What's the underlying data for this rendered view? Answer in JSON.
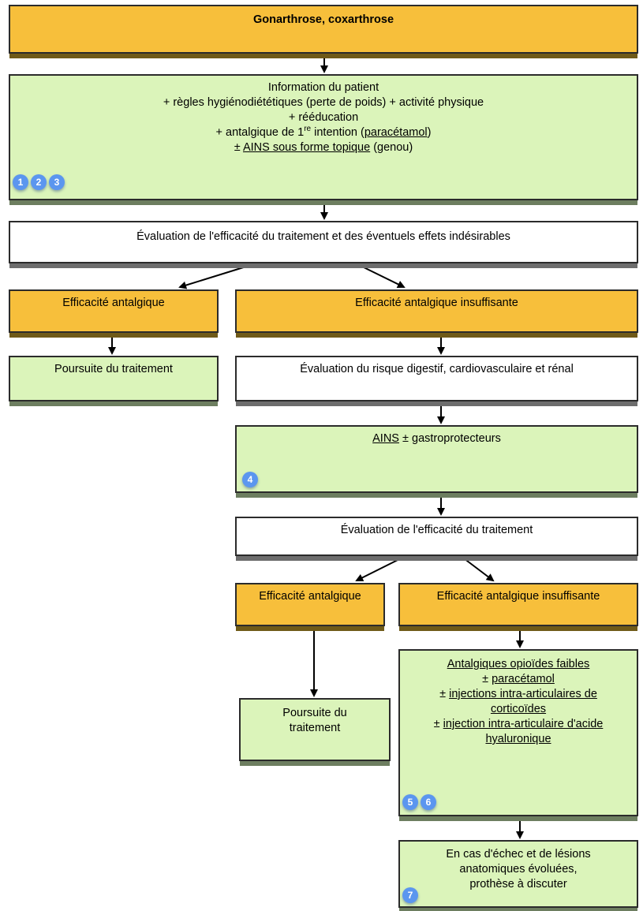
{
  "nodes": {
    "condition": "Gonarthrose, coxarthrose",
    "first_line": {
      "line1": "Information du patient",
      "line2": "+ règles hygiénodiététiques (perte de poids) + activité physique",
      "line3": "+ rééducation",
      "line4_prefix": "+ antalgique de 1",
      "line4_sup": "re",
      "line4_mid": " intention (",
      "line4_link": "paracétamol",
      "line4_suffix": ")",
      "line5_prefix": "± ",
      "line5_link": "AINS sous forme topique",
      "line5_suffix": " (genou)",
      "badges": [
        "1",
        "2",
        "3"
      ]
    },
    "eval_1": "Évaluation de l'efficacité du traitement et des éventuels effets indésirables",
    "efficacy_1": "Efficacité antalgique",
    "continue_1": "Poursuite du traitement",
    "insufficient_1": "Efficacité antalgique insuffisante",
    "risk_eval": "Évaluation du risque digestif, cardiovasculaire et rénal",
    "nsaid": {
      "link": "AINS",
      "suffix": " ± gastroprotecteurs",
      "badges": [
        "4"
      ]
    },
    "eval_2": "Évaluation de l'efficacité du traitement",
    "efficacy_2": "Efficacité antalgique",
    "insufficient_2": "Efficacité antalgique insuffisante",
    "continue_2_line1": "Poursuite du",
    "continue_2_line2": "traitement",
    "opioids": {
      "line1": "Antalgiques opioïdes faibles",
      "line2_prefix": "± ",
      "line2_link": "paracétamol",
      "line3_prefix": "± ",
      "line3_link": "injections intra-articulaires de",
      "line4_link": "corticoïdes",
      "line5_prefix": "± ",
      "line5_link": "injection intra-articulaire d'acide",
      "line6_link": "hyaluronique",
      "badges": [
        "5",
        "6"
      ]
    },
    "surgery": {
      "line1": "En cas d'échec et de lésions",
      "line2": "anatomiques évoluées,",
      "line3": "prothèse à discuter",
      "badges": [
        "7"
      ]
    }
  }
}
